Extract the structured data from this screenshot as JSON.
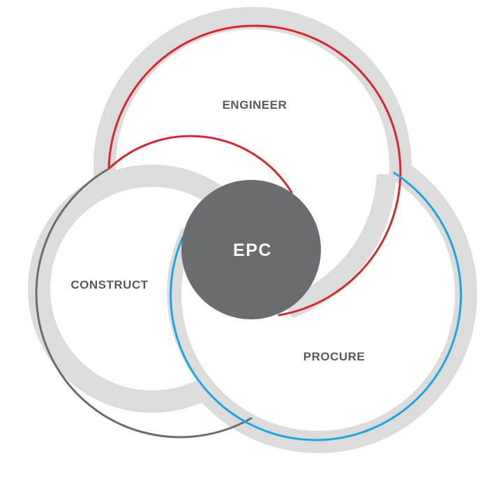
{
  "diagram": {
    "center": {
      "label": "EPC"
    },
    "segments": [
      {
        "id": "engineer",
        "label": "ENGINEER",
        "accent": "#d7262e"
      },
      {
        "id": "construct",
        "label": "CONSTRUCT",
        "accent": "#6b6c6f"
      },
      {
        "id": "procure",
        "label": "PROCURE",
        "accent": "#1ba6e0"
      }
    ]
  },
  "colors": {
    "ring_band": "#dcdcdd",
    "fill": "#ffffff",
    "center": "#6b6c6f",
    "center_text": "#ffffff",
    "label_text": "#58595b"
  }
}
